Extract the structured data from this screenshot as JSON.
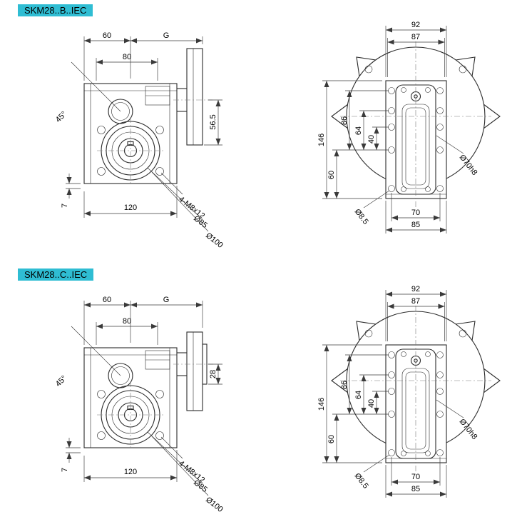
{
  "colors": {
    "label_bg": "#2fbdd3",
    "label_text": "#000000",
    "line": "#2b2b2b",
    "dim": "#3a3a3a"
  },
  "sections": [
    {
      "label": "SKM28..B..IEC",
      "side_view": {
        "top_width": "60",
        "flange_length": "G",
        "face_width": "80",
        "angle": "45°",
        "flange_depth": "56.5",
        "foot": "7",
        "base_width": "120",
        "bolt_note": "4-M8x12",
        "dia_85": "Ø85",
        "dia_100": "Ø100"
      },
      "front_view": {
        "width_outer": "92",
        "width_inner": "87",
        "height_total": "146",
        "h_86": "86",
        "h_64": "64",
        "h_40": "40",
        "h_60": "60",
        "dia_spigot": "Ø70h8",
        "dia_hole": "Ø8.5",
        "bottom_inner": "70",
        "bottom_outer": "85"
      }
    },
    {
      "label": "SKM28..C..IEC",
      "side_view": {
        "top_width": "60",
        "flange_length": "G",
        "face_width": "80",
        "angle": "45°",
        "flange_depth": "28",
        "foot": "7",
        "base_width": "120",
        "bolt_note": "4-M8x12",
        "dia_85": "Ø85",
        "dia_100": "Ø100"
      },
      "front_view": {
        "width_outer": "92",
        "width_inner": "87",
        "height_total": "146",
        "h_86": "86",
        "h_64": "64",
        "h_40": "40",
        "h_60": "60",
        "dia_spigot": "Ø70h8",
        "dia_hole": "Ø8.5",
        "bottom_inner": "70",
        "bottom_outer": "85"
      }
    }
  ]
}
